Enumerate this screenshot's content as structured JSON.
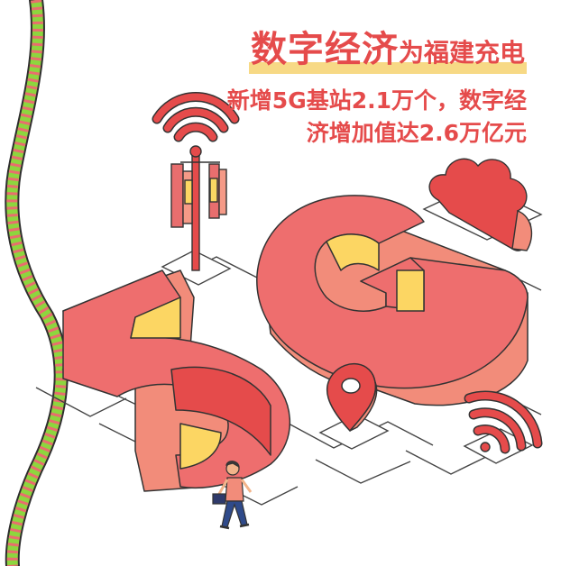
{
  "headline": {
    "main": "数字经济",
    "tail": "为福建充电"
  },
  "subtitle": {
    "line1": "新增5G基站2.1万个，数字经",
    "line2": "济增加值达2.6万亿元"
  },
  "big_text": "5G",
  "colors": {
    "primary_red": "#e54b4b",
    "face_red": "#ee6e6e",
    "side_red": "#f28c7a",
    "yellow": "#fcd663",
    "underline_yellow": "#f7d985",
    "rope_green": "#8dd63e",
    "rope_pink": "#e86e6e"
  }
}
